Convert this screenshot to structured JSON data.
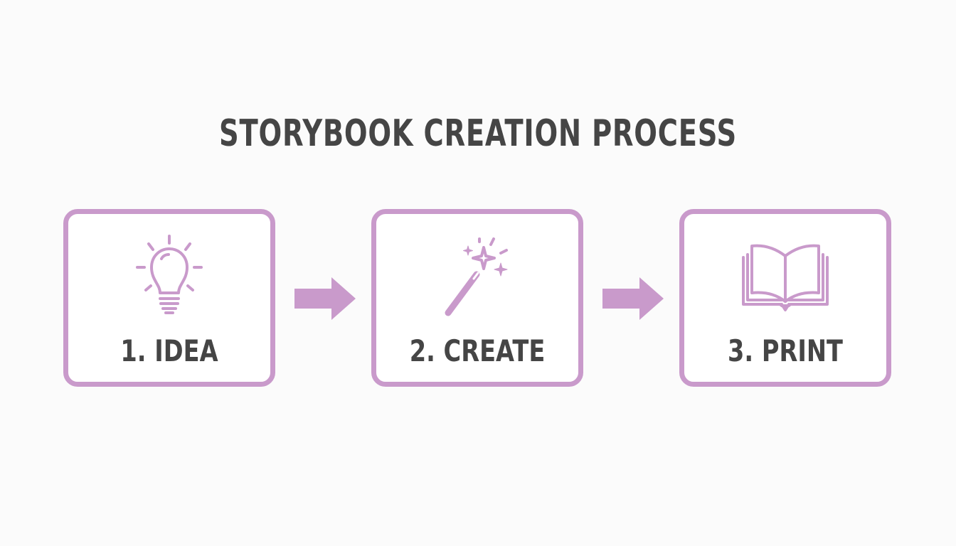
{
  "title": "STORYBOOK CREATION PROCESS",
  "accent_color": "#c99acb",
  "text_color": "#454545",
  "steps": [
    {
      "label": "1. IDEA",
      "icon": "lightbulb-icon"
    },
    {
      "label": "2. CREATE",
      "icon": "magic-wand-icon"
    },
    {
      "label": "3. PRINT",
      "icon": "open-book-icon"
    }
  ]
}
